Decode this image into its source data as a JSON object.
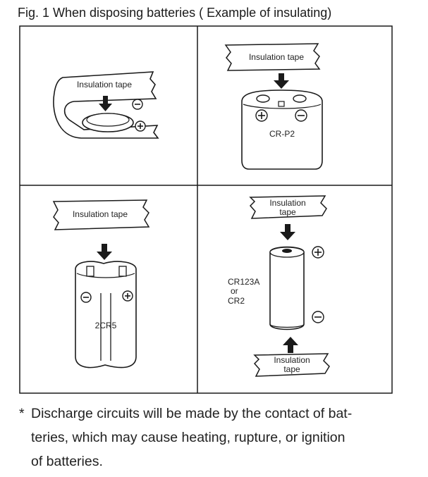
{
  "figure": {
    "title": "Fig. 1  When disposing batteries  ( Example of insulating)",
    "panels": [
      {
        "tape_label": "Insulation tape"
      },
      {
        "tape_label": "Insulation tape",
        "battery_label": "CR-P2"
      },
      {
        "tape_label": "Insulation tape",
        "battery_label": "2CR5"
      },
      {
        "top_tape_label_line1": "Insulation",
        "top_tape_label_line2": "tape",
        "battery_label_line1": "CR123A",
        "battery_label_line2": "or",
        "battery_label_line3": "CR2",
        "bottom_tape_label_line1": "Insulation",
        "bottom_tape_label_line2": "tape"
      }
    ],
    "symbols": {
      "plus": "+",
      "minus": "−"
    }
  },
  "footnote": {
    "marker": "*",
    "line1": "Discharge circuits will be made by the contact of bat-",
    "line2": "teries, which may cause heating, rupture, or ignition",
    "line3": "of batteries."
  },
  "colors": {
    "ink": "#1a1a1a",
    "background": "#ffffff"
  }
}
